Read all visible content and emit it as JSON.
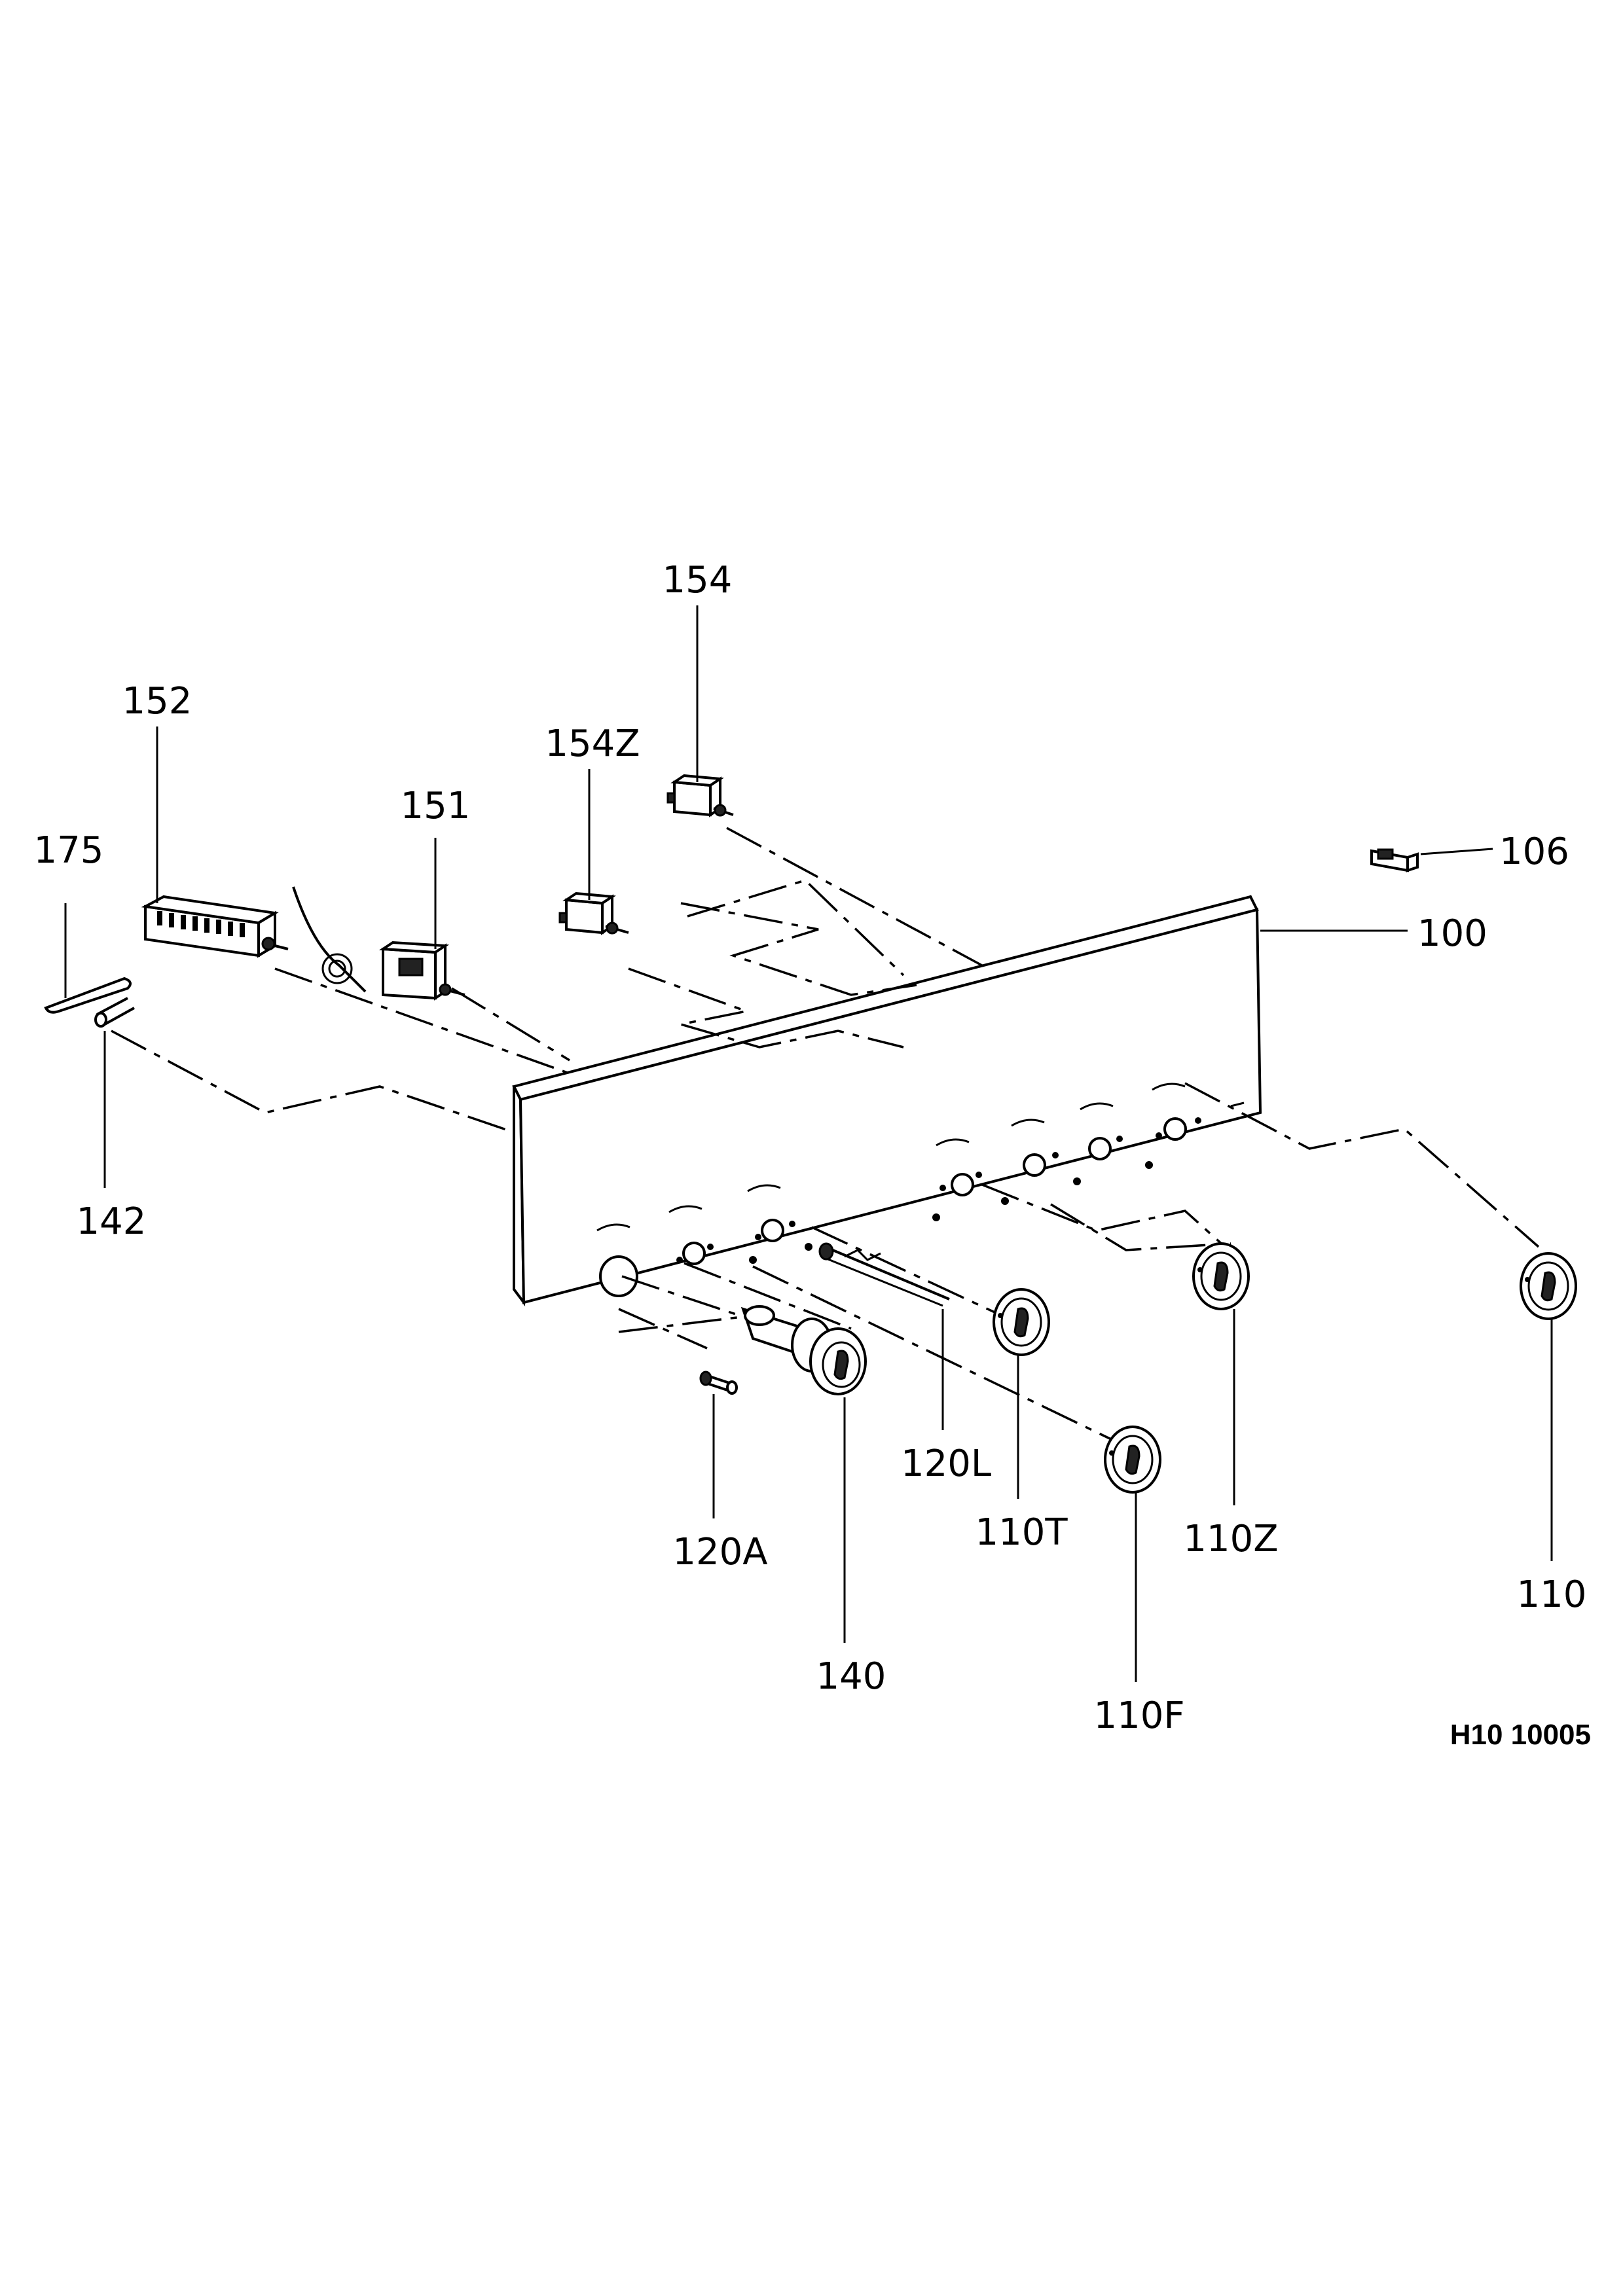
{
  "labels": {
    "p154": "154",
    "p152": "152",
    "p154z": "154Z",
    "p151": "151",
    "p175": "175",
    "p106": "106",
    "p100": "100",
    "p142": "142",
    "p120l": "120L",
    "p120a": "120A",
    "p110t": "110T",
    "p110z": "110Z",
    "p110": "110",
    "p140": "140",
    "p110f": "110F"
  },
  "drawing_code": "H10 10005"
}
